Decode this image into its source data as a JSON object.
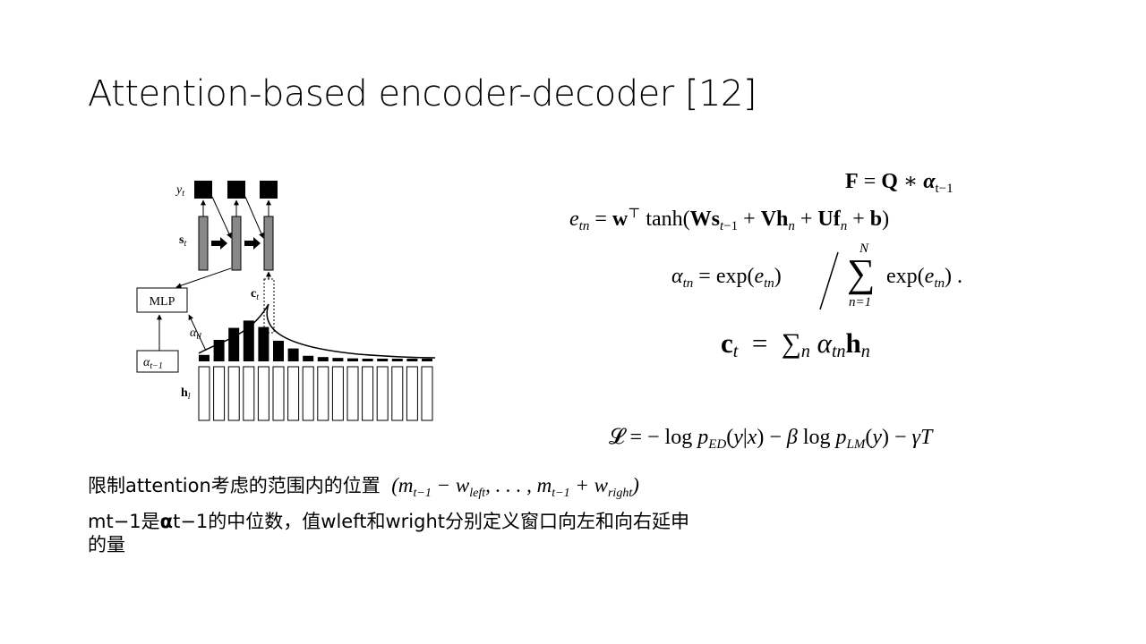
{
  "slide": {
    "title": "Attention-based encoder-decoder [12]"
  },
  "diagram": {
    "labels": {
      "y": "y",
      "y_sub": "t",
      "s": "s",
      "s_sub": "t",
      "c": "c",
      "c_sub": "t",
      "mlp": "MLP",
      "alpha": "α",
      "alpha_sub": "tl",
      "alpha_prev": "α",
      "alpha_prev_sub": "t−1",
      "h": "h",
      "h_sub": "l"
    },
    "attention_weights": [
      0.15,
      0.5,
      0.78,
      0.95,
      0.8,
      0.48,
      0.3,
      0.13,
      0.1,
      0.08,
      0.07,
      0.06,
      0.05,
      0.05,
      0.05,
      0.05
    ]
  },
  "equations": {
    "eq1": {
      "lhs": "F",
      "rhs": "= Q ∗ α",
      "sub": "t−1"
    },
    "eq2": {
      "text": "tanh"
    },
    "eq3": {
      "sum_top": "N",
      "sum_bottom": "n=1"
    },
    "eq5": {
      "text": "log"
    }
  },
  "notes": {
    "line1": "限制attention考虑的范围内的位置",
    "line2a": "mt−1是",
    "line2_alpha": "α",
    "line2b": "t−1的中位数，值wleft和wright分别定义窗口向左和向右延申",
    "line3": "的量"
  }
}
